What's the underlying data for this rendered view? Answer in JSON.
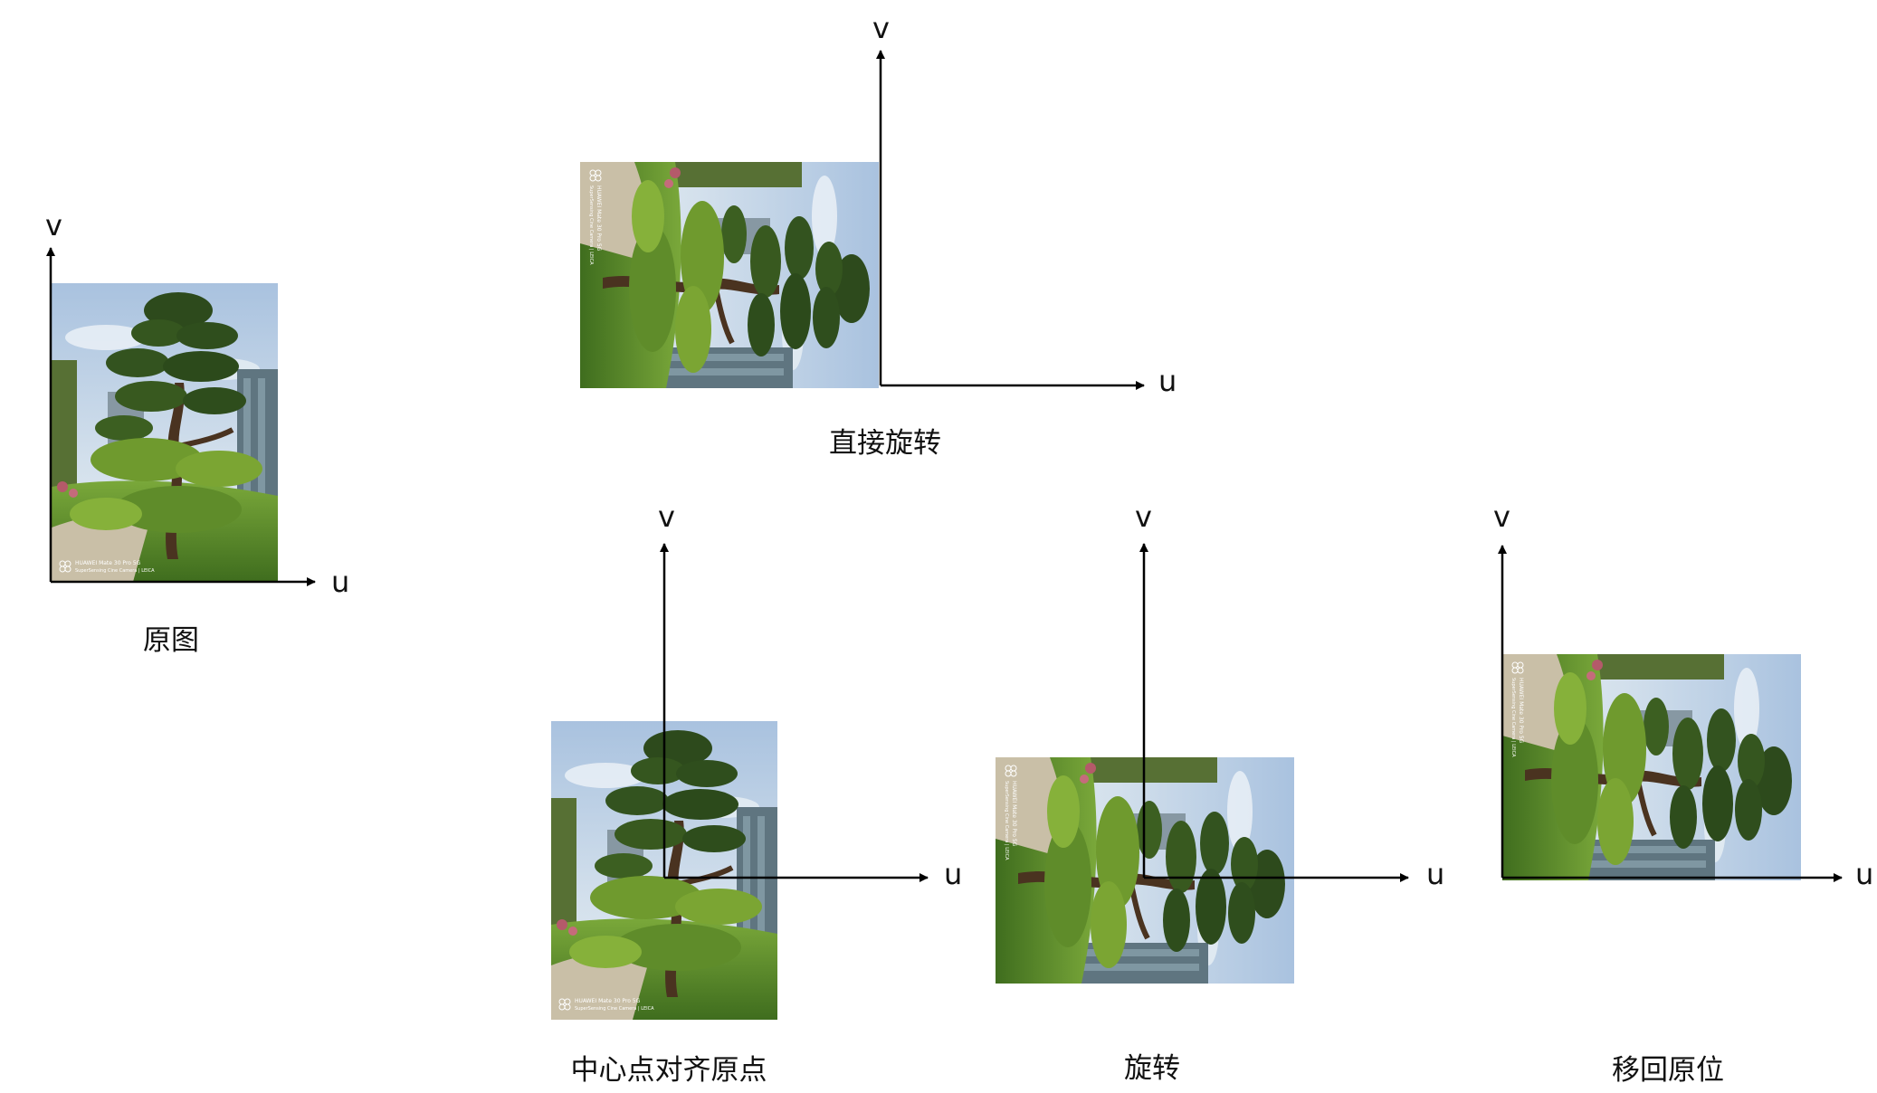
{
  "axes": {
    "u_label": "u",
    "v_label": "v"
  },
  "panels": [
    {
      "id": "original",
      "caption": "原图",
      "photo_orientation": "upright"
    },
    {
      "id": "direct-rotate",
      "caption": "直接旋转",
      "photo_orientation": "rotated-90-clockwise"
    },
    {
      "id": "center-align",
      "caption": "中心点对齐原点",
      "photo_orientation": "upright"
    },
    {
      "id": "rotate",
      "caption": "旋转",
      "photo_orientation": "rotated-90-clockwise"
    },
    {
      "id": "move-back",
      "caption": "移回原位",
      "photo_orientation": "rotated-90-clockwise"
    }
  ],
  "photo_watermark": {
    "line1": "HUAWEI Mate 30 Pro 5G",
    "line2": "SuperSensing Cine Camera | LEICA"
  },
  "colors": {
    "axis": "#000000",
    "sky": "#b9cfe6",
    "foliage_dark": "#2d4a1c",
    "foliage_light": "#6f9a2e",
    "trunk": "#4a3320",
    "building": "#6c8088"
  }
}
